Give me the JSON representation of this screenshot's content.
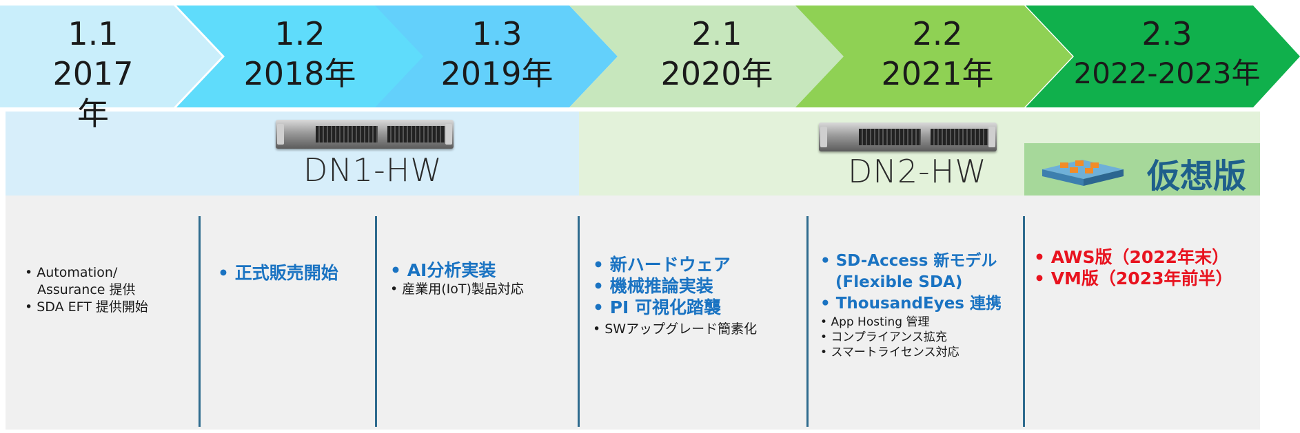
{
  "timeline": [
    {
      "version": "1.1",
      "year": "2017年",
      "color": "#c9eefb"
    },
    {
      "version": "1.2",
      "year": "2018年",
      "color": "#5fdcfb"
    },
    {
      "version": "1.3",
      "year": "2019年",
      "color": "#63d0fb"
    },
    {
      "version": "2.1",
      "year": "2020年",
      "color": "#c7e7bd"
    },
    {
      "version": "2.2",
      "year": "2021年",
      "color": "#8fd154"
    },
    {
      "version": "2.3",
      "year": "2022-2023年",
      "color": "#10b04c"
    }
  ],
  "hardware": {
    "dn1_label": "DN1-HW",
    "dn2_label": "DN2-HW",
    "virtual_label": "仮想版"
  },
  "columns": [
    {
      "items": [
        {
          "text": "Automation/",
          "style": "small",
          "bullet": true
        },
        {
          "text": "Assurance 提供",
          "style": "small",
          "bullet": false
        },
        {
          "text": "SDA EFT 提供開始",
          "style": "small",
          "bullet": true
        }
      ]
    },
    {
      "items": [
        {
          "text": "正式販売開始",
          "style": "blue-bold",
          "bullet": true
        }
      ]
    },
    {
      "items": [
        {
          "text": "AI分析実装",
          "style": "blue-bold",
          "bullet": true
        },
        {
          "text": "産業用(IoT)製品対応",
          "style": "small",
          "bullet": true
        }
      ]
    },
    {
      "items": [
        {
          "text": "新ハードウェア",
          "style": "blue-bold",
          "bullet": true
        },
        {
          "text": "機械推論実装",
          "style": "blue-bold",
          "bullet": true
        },
        {
          "text": "PI 可視化踏襲",
          "style": "blue-bold",
          "bullet": true
        },
        {
          "text": "SWアップグレード簡素化",
          "style": "small",
          "bullet": true
        }
      ]
    },
    {
      "items": [
        {
          "text": "SD-Access 新モデル",
          "style": "blue-bold",
          "bullet": true
        },
        {
          "text": "(Flexible SDA)",
          "style": "blue-bold",
          "bullet": false
        },
        {
          "text": "ThousandEyes 連携",
          "style": "blue-bold",
          "bullet": true
        },
        {
          "text": "App Hosting 管理",
          "style": "small",
          "bullet": true
        },
        {
          "text": "コンプライアンス拡充",
          "style": "small",
          "bullet": true
        },
        {
          "text": "スマートライセンス対応",
          "style": "small",
          "bullet": true
        }
      ]
    },
    {
      "items": [
        {
          "text": "AWS版（2022年末）",
          "style": "red-bold",
          "bullet": true
        },
        {
          "text": "VM版（2023年前半）",
          "style": "red-bold",
          "bullet": true
        }
      ]
    }
  ]
}
